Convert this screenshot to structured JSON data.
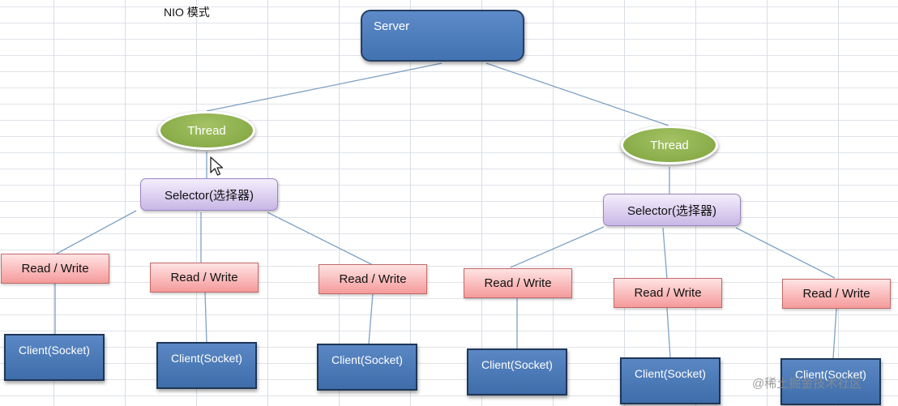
{
  "page_title": "NIO 模式",
  "server": {
    "label": "Server"
  },
  "threads": [
    {
      "label": "Thread"
    },
    {
      "label": "Thread"
    }
  ],
  "selectors": [
    {
      "label": "Selector(选择器)"
    },
    {
      "label": "Selector(选择器)"
    }
  ],
  "read_write": [
    {
      "label": "Read / Write"
    },
    {
      "label": "Read / Write"
    },
    {
      "label": "Read / Write"
    },
    {
      "label": "Read / Write"
    },
    {
      "label": "Read / Write"
    },
    {
      "label": "Read / Write"
    }
  ],
  "clients": [
    {
      "label": "Client(Socket)"
    },
    {
      "label": "Client(Socket)"
    },
    {
      "label": "Client(Socket)"
    },
    {
      "label": "Client(Socket)"
    },
    {
      "label": "Client(Socket)"
    },
    {
      "label": "Client(Socket)"
    }
  ],
  "watermark": "@稀土掘金技术社区",
  "icons": {
    "cursor": "mouse-pointer-icon"
  },
  "colors": {
    "server": "#4a7bbd",
    "thread": "#8fb04e",
    "selector": "#d6c8ee",
    "read_write": "#f8b3b3",
    "client": "#3e6daa",
    "connector": "#7fa1c4"
  }
}
